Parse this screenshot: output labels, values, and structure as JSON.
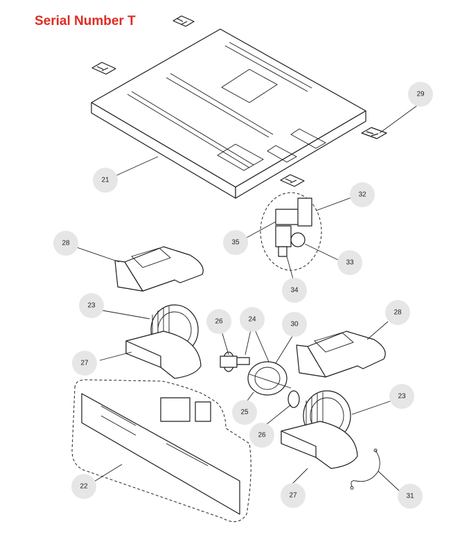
{
  "title": "Serial Number T",
  "colors": {
    "title": "#e02b20",
    "callout_fill": "#e6e6e6",
    "line": "#1a1a1a"
  },
  "callouts": [
    "29",
    "21",
    "32",
    "35",
    "33",
    "34",
    "28",
    "23",
    "26",
    "24",
    "30",
    "28",
    "27",
    "25",
    "26",
    "23",
    "22",
    "27",
    "31"
  ]
}
